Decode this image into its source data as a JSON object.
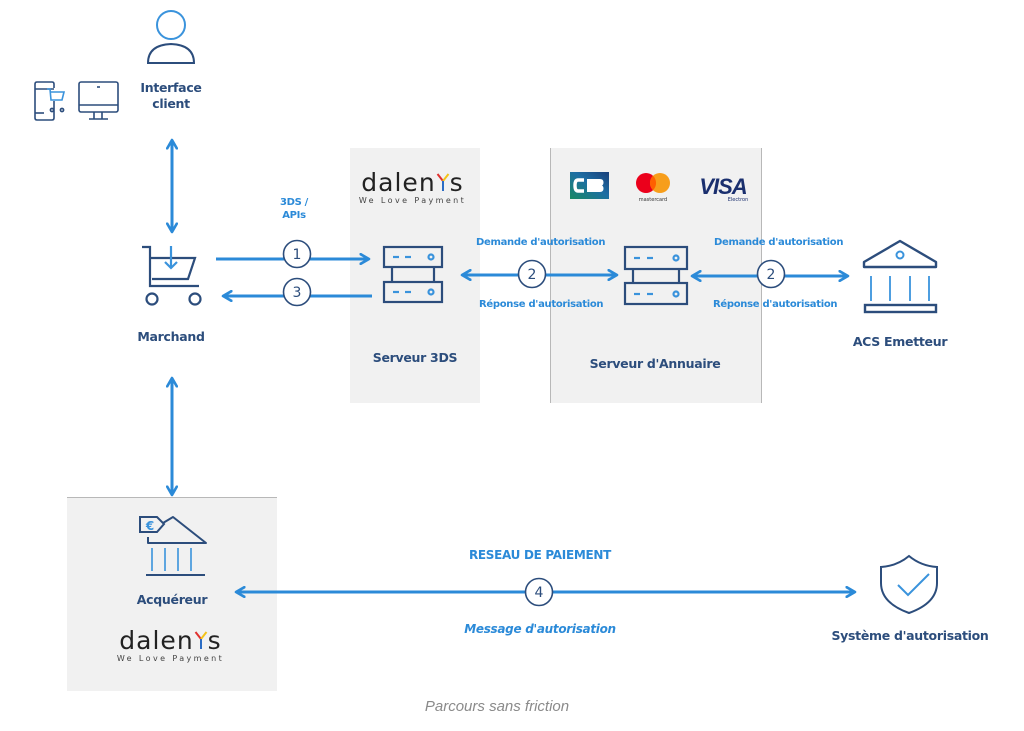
{
  "colors": {
    "arrow_blue": "#2b8ad8",
    "icon_navy": "#2c4d7c",
    "panel_gray": "#f1f1f1",
    "caption_gray": "#8a8a8a",
    "logo_y_left": "#e0312f",
    "logo_y_right": "#f2c318",
    "logo_y_stem": "#2b6cc4"
  },
  "nodes": {
    "client": {
      "label_line1": "Interface",
      "label_line2": "client",
      "icon": "user-icon",
      "device_icons": [
        "mobile-cart-icon",
        "desktop-monitor-icon"
      ]
    },
    "merchant": {
      "label": "Marchand",
      "icon": "shopping-cart-icon"
    },
    "server_3ds": {
      "label": "Serveur 3DS",
      "icon": "server-icon"
    },
    "directory": {
      "label": "Serveur d'Annuaire",
      "icon": "server-icon",
      "card_brands": [
        "CB",
        "mastercard",
        "VISA"
      ],
      "visa_sub": "Electron"
    },
    "acs": {
      "label": "ACS Emetteur",
      "icon": "bank-icon"
    },
    "acquirer": {
      "label": "Acquéreur",
      "icon": "bank-euro-icon"
    },
    "auth_system": {
      "label": "Système d'autorisation",
      "icon": "shield-check-icon"
    }
  },
  "brand": {
    "name_prefix": "dalen",
    "name_suffix": "s",
    "tagline": "We Love Payment"
  },
  "flows": {
    "api_label_line1": "3DS /",
    "api_label_line2": "APIs",
    "step1": "1",
    "step2": "2",
    "step3": "3",
    "step4": "4",
    "request": "Demande d'autorisation",
    "response": "Réponse d'autorisation",
    "network_title": "RESEAU DE PAIEMENT",
    "network_message": "Message d'autorisation"
  },
  "caption": "Parcours sans friction"
}
